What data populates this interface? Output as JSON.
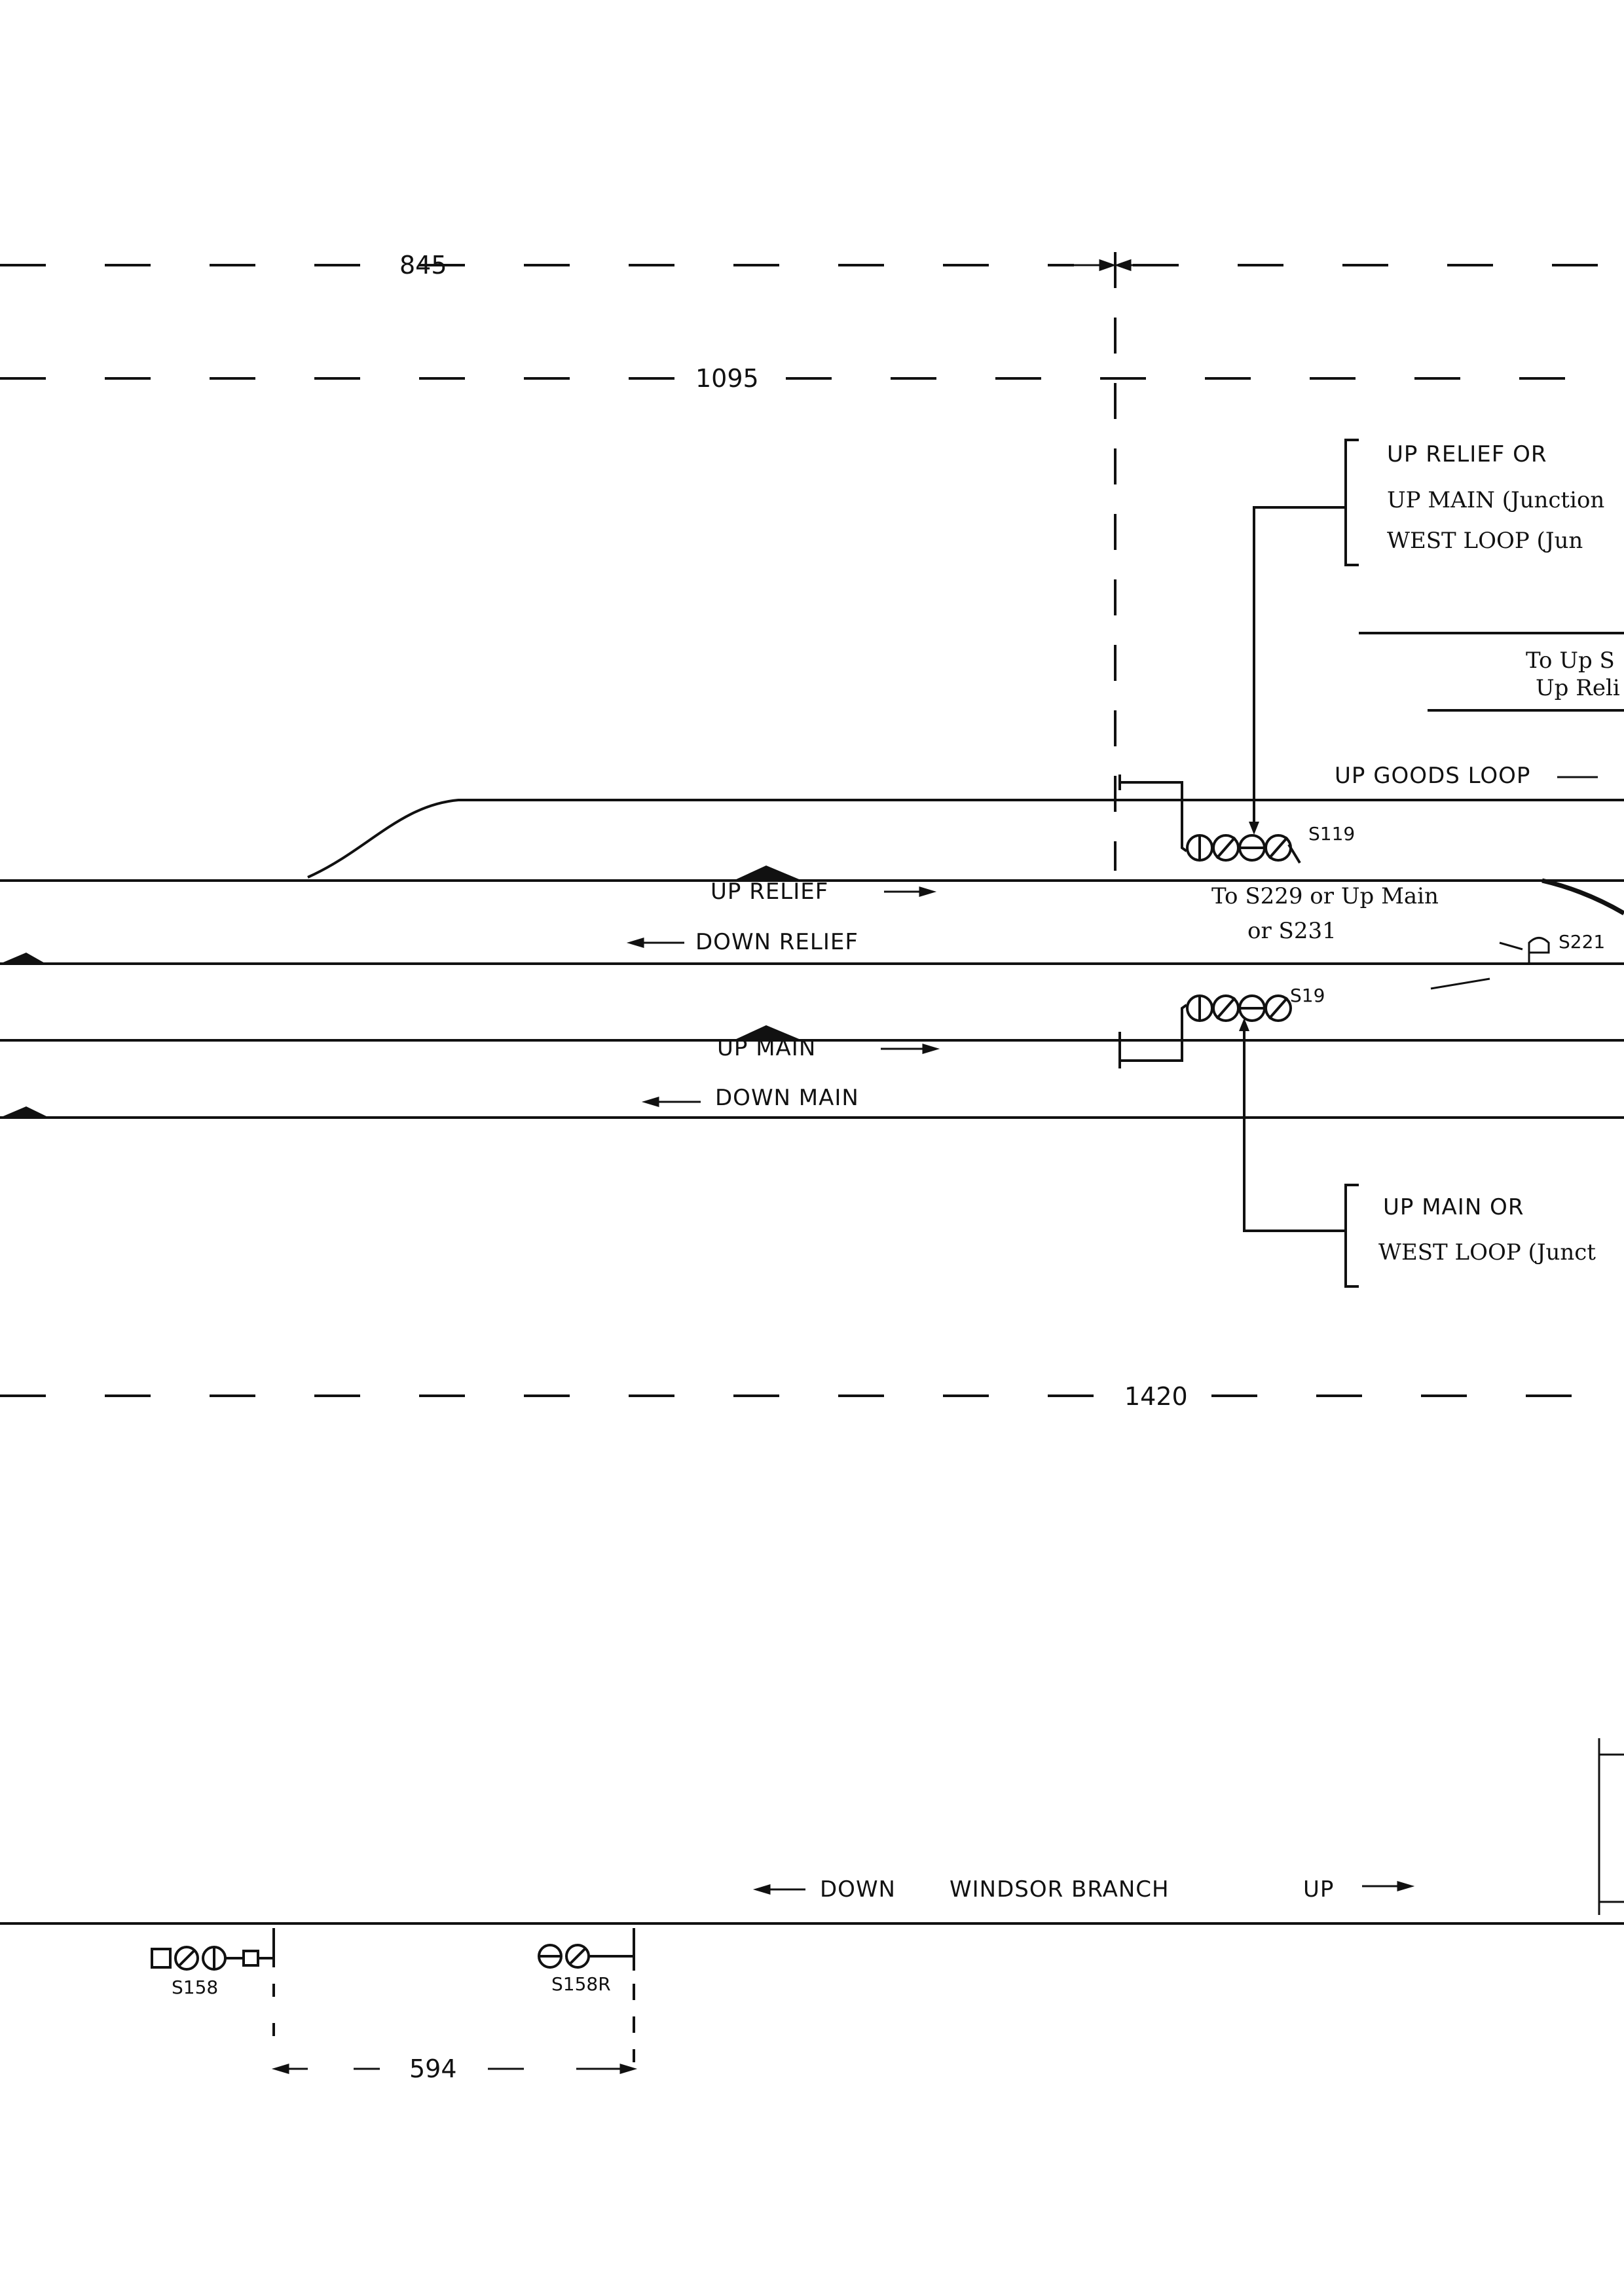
{
  "dimensions": {
    "d845": "845",
    "d1095": "1095",
    "d1420": "1420",
    "d594": "594"
  },
  "tracks": {
    "up_goods_loop": "UP GOODS LOOP",
    "up_relief": "UP RELIEF",
    "down_relief": "DOWN RELIEF",
    "up_main": "UP MAIN",
    "down_main": "DOWN MAIN",
    "windsor_down": "DOWN",
    "windsor_name": "WINDSOR BRANCH",
    "windsor_up": "UP"
  },
  "signals": {
    "s119": "S119",
    "s19": "S19",
    "s221": "S221",
    "s158": "S158",
    "s158r": "S158R"
  },
  "notes": {
    "box1_line1": "UP RELIEF OR",
    "box1_line2": "UP MAIN (Junction",
    "box1_line3": "WEST LOOP (Jun",
    "to_up_line1": "To Up S",
    "to_up_line2": "Up Reli",
    "to_s229_line1": "To S229 or Up Main",
    "to_s229_line2": "or S231",
    "box2_line1": "UP MAIN OR",
    "box2_line2": "WEST LOOP (Junct"
  }
}
